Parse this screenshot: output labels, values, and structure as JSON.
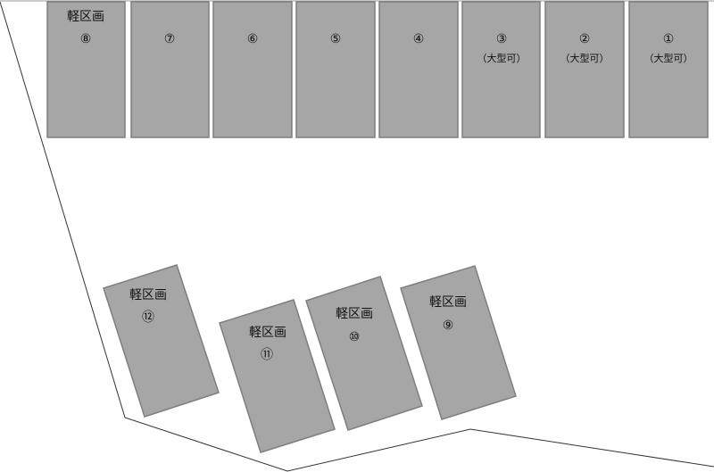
{
  "colors": {
    "space_fill": "#a6a6a6",
    "space_stroke": "#7f7f7f",
    "boundary": "#333333"
  },
  "top_row": [
    {
      "number": "⑧",
      "type": "軽区画",
      "note": ""
    },
    {
      "number": "⑦",
      "type": "",
      "note": ""
    },
    {
      "number": "⑥",
      "type": "",
      "note": ""
    },
    {
      "number": "⑤",
      "type": "",
      "note": ""
    },
    {
      "number": "④",
      "type": "",
      "note": ""
    },
    {
      "number": "③",
      "type": "",
      "note": "（大型可）"
    },
    {
      "number": "②",
      "type": "",
      "note": "（大型可）"
    },
    {
      "number": "①",
      "type": "",
      "note": "（大型可）"
    }
  ],
  "angled_row": [
    {
      "number": "⑫",
      "type": "軽区画"
    },
    {
      "number": "⑪",
      "type": "軽区画"
    },
    {
      "number": "⑩",
      "type": "軽区画"
    },
    {
      "number": "⑨",
      "type": "軽区画"
    }
  ]
}
